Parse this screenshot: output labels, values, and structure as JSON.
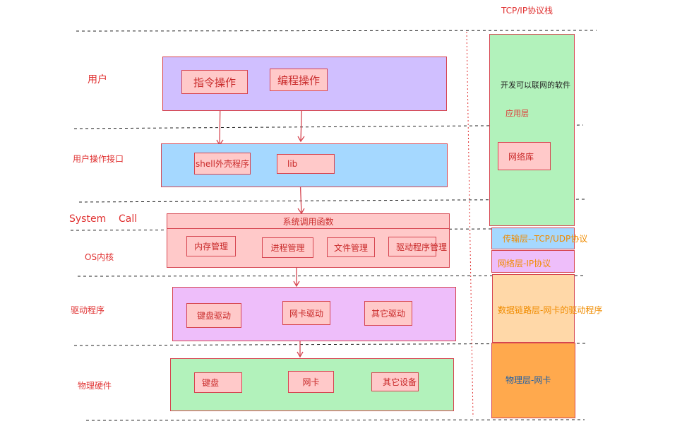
{
  "title": "TCP/IP协议栈",
  "left": {
    "rows": [
      {
        "label": "用户"
      },
      {
        "label": "用户操作接口"
      },
      {
        "label": "System    Call"
      },
      {
        "label": "OS内核"
      },
      {
        "label": "驱动程序"
      },
      {
        "label": "物理硬件"
      }
    ],
    "user_boxes": [
      "指令操作",
      "编程操作"
    ],
    "interface_boxes": [
      "shell外壳程序",
      "lib"
    ],
    "syscall_header": "系统调用函数",
    "kernel_boxes": [
      "内存管理",
      "进程管理",
      "文件管理",
      "驱动程序管理"
    ],
    "driver_boxes": [
      "键盘驱动",
      "网卡驱动",
      "其它驱动"
    ],
    "hardware_boxes": [
      "键盘",
      "网卡",
      "其它设备"
    ]
  },
  "stack": {
    "app_software": "开发可以联网的软件",
    "app_layer": "应用层",
    "net_lib": "网络库",
    "transport": "传输层--TCP/UDP协议",
    "network": "网络层-IP协议",
    "datalink": "数据链路层-网卡的驱动程序",
    "physical": "物理层-网卡"
  },
  "colors": {
    "purple": "#d0bfff",
    "blue": "#a5d8ff",
    "pink": "#ffc9c9",
    "violet": "#eebefa",
    "green": "#b2f2bb",
    "peach": "#ffd8a8",
    "orange": "#ffa94d",
    "red": "#e03131"
  }
}
